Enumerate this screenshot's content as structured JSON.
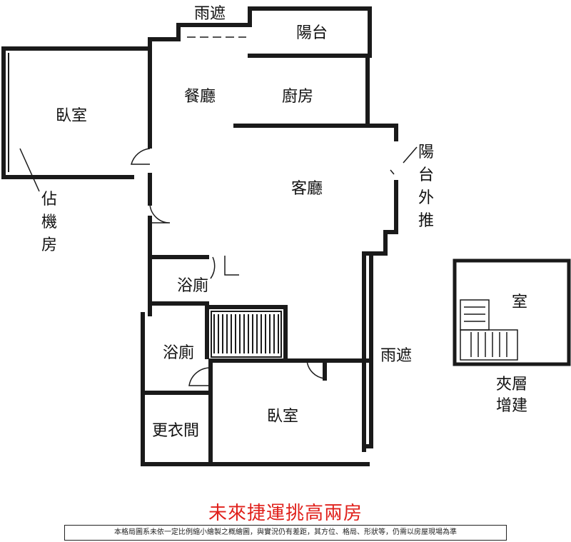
{
  "rooms": {
    "canopy_top": "雨遮",
    "balcony": "陽台",
    "bedroom_left": "臥室",
    "dining": "餐廳",
    "kitchen": "廚房",
    "living": "客廳",
    "bathroom_1": "浴廁",
    "bathroom_2": "浴廁",
    "closet": "更衣間",
    "bedroom_bottom": "臥室",
    "canopy_right": "雨遮",
    "mezz_room": "室"
  },
  "vertical_labels": {
    "balcony_push": [
      "陽",
      "台",
      "外",
      "推"
    ],
    "machine_room": [
      "佔",
      "機",
      "房"
    ]
  },
  "mezzanine_label": [
    "夾層",
    "增建"
  ],
  "title": "未來捷運挑高兩房",
  "disclaimer": "本格局圖系未依一定比例縮小繪製之概繪圖，與實況仍有差距，其方位、格局、形狀等，仍需以房屋現場為準",
  "colors": {
    "wall": "#1a1a1a",
    "title": "#e0201b"
  }
}
